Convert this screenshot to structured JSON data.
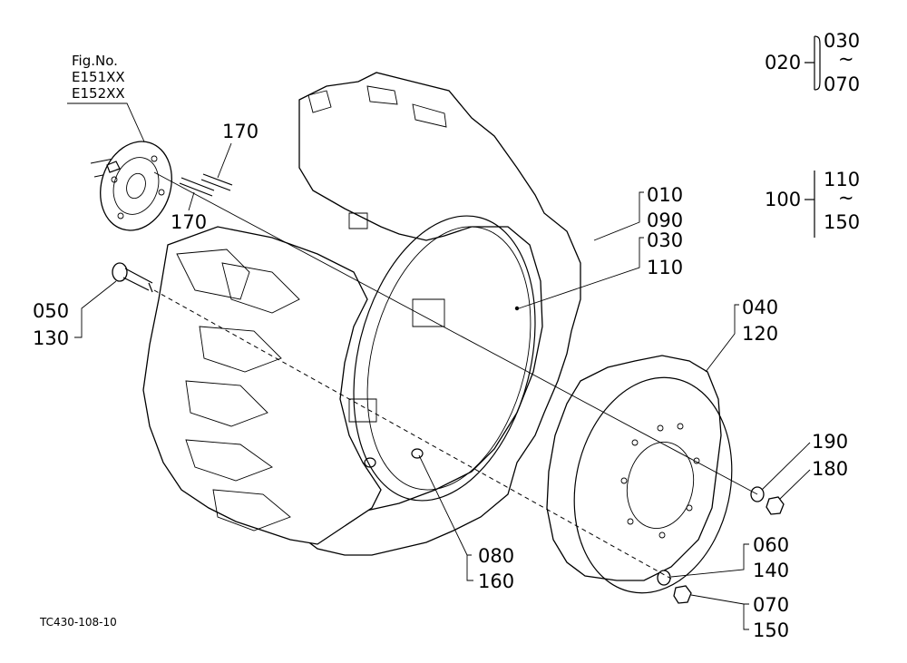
{
  "figure_ref": {
    "heading": "Fig.No.",
    "line1": "E151XX",
    "line2": "E152XX"
  },
  "drawing_code": "TC430-108-10",
  "part_numbers": {
    "p010": "010",
    "p020": "020",
    "p030": "030",
    "p040": "040",
    "p050": "050",
    "p060": "060",
    "p070": "070",
    "p080": "080",
    "p090": "090",
    "p100": "100",
    "p110": "110",
    "p120": "120",
    "p130": "130",
    "p140": "140",
    "p150": "150",
    "p160": "160",
    "p170": "170",
    "p180": "180",
    "p190": "190"
  },
  "range_legend": {
    "group1": {
      "parent": "020",
      "from": "030",
      "tilde": "~",
      "to": "070"
    },
    "group2": {
      "parent": "100",
      "from": "110",
      "tilde": "~",
      "to": "150"
    }
  }
}
